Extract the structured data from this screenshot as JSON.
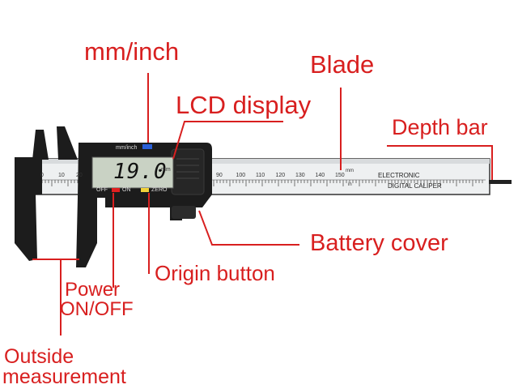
{
  "labels": {
    "mm_inch": "mm/inch",
    "blade": "Blade",
    "lcd_display": "LCD display",
    "depth_bar": "Depth bar",
    "battery_cover": "Battery cover",
    "origin_button": "Origin button",
    "power_line1": "Power",
    "power_line2": "ON/OFF",
    "outside_line1": "Outside",
    "outside_line2": "measurement"
  },
  "device": {
    "button_mm_inch": "mm/inch",
    "lcd_reading": "19.0",
    "lcd_unit": "mm",
    "btn_off": "OFF",
    "btn_on": "ON",
    "btn_zero": "ZERO",
    "brand_line1": "ELECTRONIC",
    "brand_line2": "DIGITAL CALIPER",
    "scale_left": [
      "0",
      "10",
      "20"
    ],
    "scale_right": [
      "90",
      "100",
      "110",
      "120",
      "130",
      "140",
      "150"
    ],
    "unit_mm": "mm",
    "unit_in": "in"
  },
  "colors": {
    "annotation": "#d81f1f",
    "body": "#1c1c1c",
    "blade": "#eef0f1",
    "lcd": "#c9d2c4",
    "button_on": "#e02020",
    "button_zero": "#f2d23a",
    "button_mm_inch": "#2a5fd8"
  }
}
